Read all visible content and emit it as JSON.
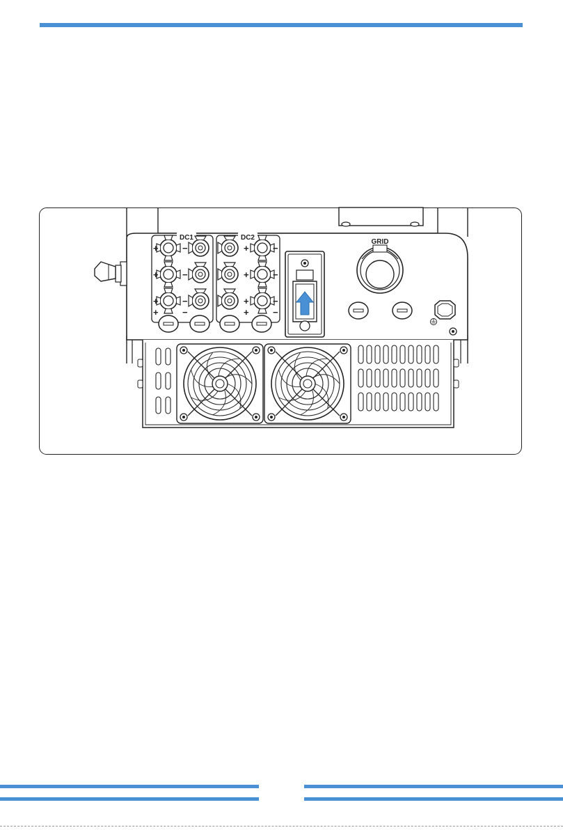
{
  "labels": {
    "dc1": "DC1",
    "dc2": "DC2",
    "grid": "GRID",
    "plus": "+",
    "minus": "−"
  },
  "colors": {
    "accent": "#4a90d4",
    "line": "#222222",
    "arrow": "#4a90d4"
  },
  "icons": {
    "dc_switch": "rotary-switch-icon",
    "ground": "ground-symbol-icon",
    "arrow": "arrow-up-icon"
  }
}
